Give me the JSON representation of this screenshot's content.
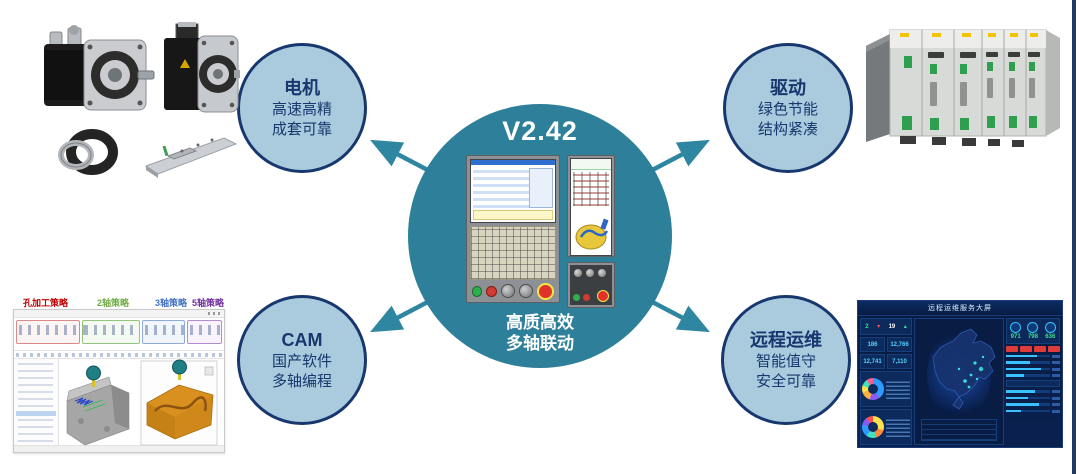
{
  "diagram": {
    "center": {
      "version": "V2.42",
      "caption_line1": "高质高效",
      "caption_line2": "多轴联动"
    },
    "nodes": [
      {
        "title": "电机",
        "line1": "高速高精",
        "line2": "成套可靠"
      },
      {
        "title": "驱动",
        "line1": "绿色节能",
        "line2": "结构紧凑"
      },
      {
        "title": "CAM",
        "line1": "国产软件",
        "line2": "多轴编程"
      },
      {
        "title": "远程运维",
        "line1": "智能值守",
        "line2": "安全可靠"
      }
    ],
    "colors": {
      "center_circle": "#2e7f99",
      "node_fill": "#a9cbdd",
      "node_border": "#17376e",
      "node_text": "#17376e",
      "arrow": "#2e86a0",
      "frame_line": "#1f3864"
    }
  },
  "cam_app": {
    "strategy_labels": [
      {
        "text": "孔加工策略",
        "color": "#c00000"
      },
      {
        "text": "2轴策略",
        "color": "#70ad47"
      },
      {
        "text": "3轴策略",
        "color": "#4472c4"
      },
      {
        "text": "5轴策略",
        "color": "#7030a0"
      }
    ]
  },
  "dashboard": {
    "title": "远程运维服务大屏",
    "left_stats": {
      "value1": "2",
      "value2": "19"
    },
    "grid_stats": [
      "186",
      "12,766",
      "12,741",
      "7,110"
    ],
    "right_stats": [
      "971",
      "798",
      "636"
    ]
  }
}
